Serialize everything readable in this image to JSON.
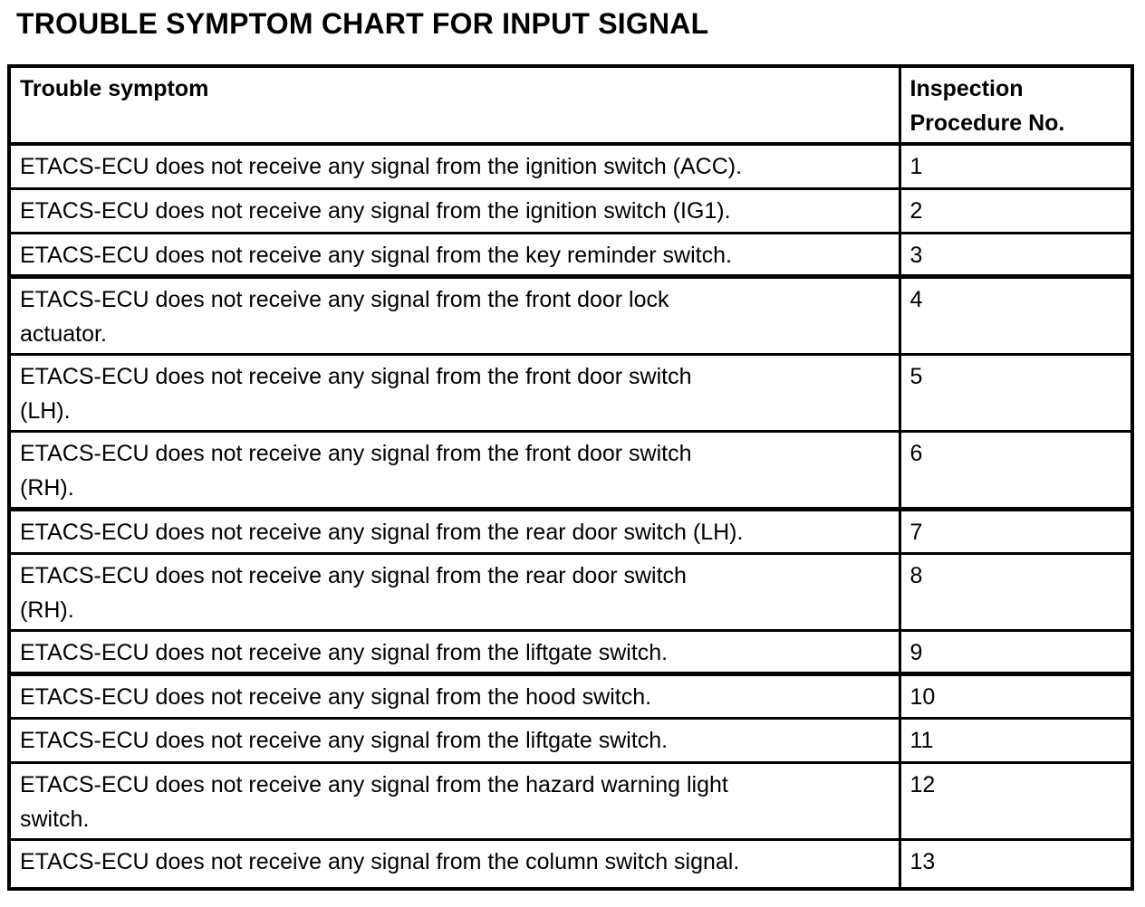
{
  "page": {
    "title": "TROUBLE SYMPTOM CHART FOR INPUT SIGNAL"
  },
  "table": {
    "headers": {
      "symptom": "Trouble symptom",
      "procedure": "Inspection\nProcedure No."
    },
    "rows": [
      {
        "symptom": "ETACS-ECU does not receive any signal from the ignition switch (ACC).",
        "procedure": "1"
      },
      {
        "symptom": "ETACS-ECU does not receive any signal from the ignition switch (IG1).",
        "procedure": "2"
      },
      {
        "symptom": "ETACS-ECU does not receive any signal from the key reminder switch.",
        "procedure": "3"
      },
      {
        "symptom": "ETACS-ECU does not receive any signal from the front door lock\nactuator.",
        "procedure": "4"
      },
      {
        "symptom": "ETACS-ECU does not receive any signal from the front door switch\n(LH).",
        "procedure": "5"
      },
      {
        "symptom": "ETACS-ECU does not receive any signal from the front door switch\n(RH).",
        "procedure": "6"
      },
      {
        "symptom": "ETACS-ECU does not receive any signal from the rear door switch (LH).",
        "procedure": "7"
      },
      {
        "symptom": "ETACS-ECU does not receive any signal from the rear door switch\n(RH).",
        "procedure": "8"
      },
      {
        "symptom": "ETACS-ECU does not receive any signal from the liftgate switch.",
        "procedure": "9"
      },
      {
        "symptom": "ETACS-ECU does not receive any signal from the hood switch.",
        "procedure": "10"
      },
      {
        "symptom": "ETACS-ECU does not receive any signal from the liftgate switch.",
        "procedure": "11"
      },
      {
        "symptom": "ETACS-ECU does not receive any signal from the hazard warning light\nswitch.",
        "procedure": "12"
      },
      {
        "symptom": "ETACS-ECU does not receive any signal from the column switch signal.",
        "procedure": "13"
      }
    ]
  }
}
